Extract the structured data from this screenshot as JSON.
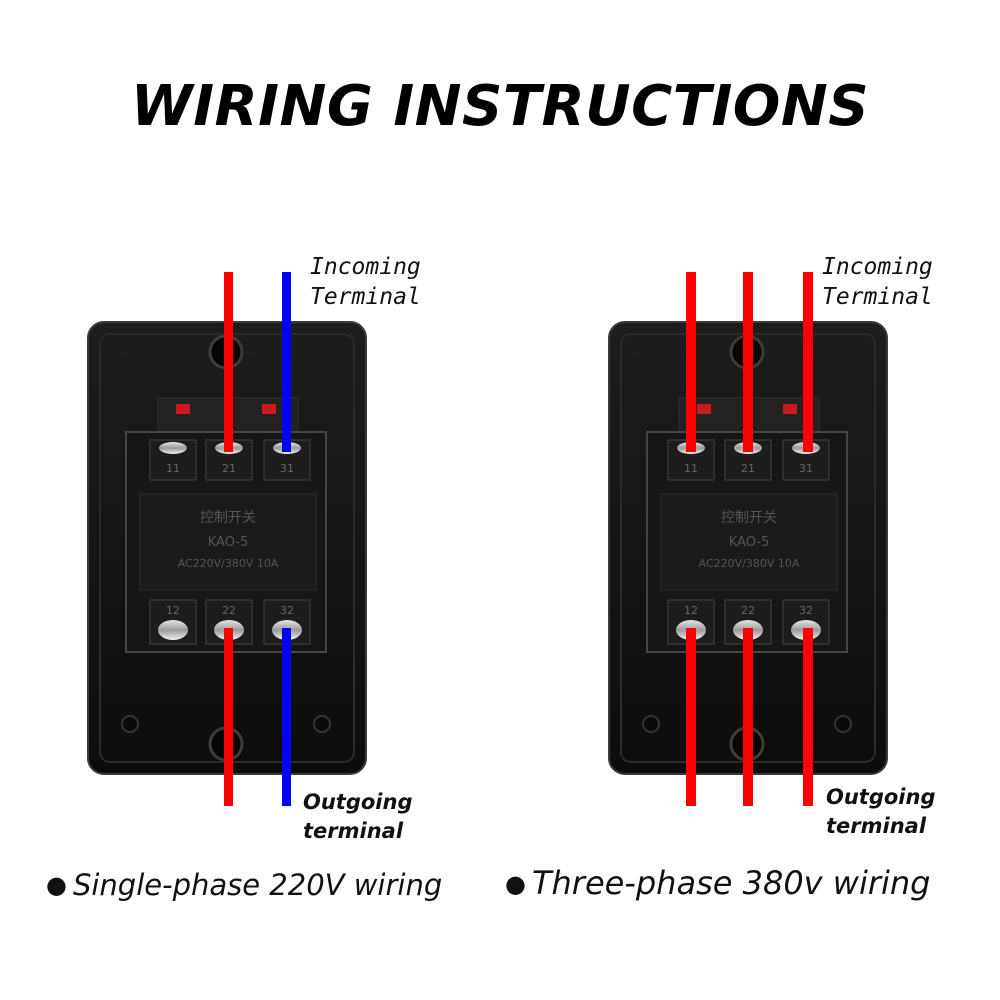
{
  "title": "WIRING INSTRUCTIONS",
  "left": {
    "incoming_line1": "Incoming",
    "incoming_line2": "Terminal",
    "outgoing_line1": "Outgoing",
    "outgoing_line2": "terminal",
    "caption": "Single-phase 220V wiring"
  },
  "right": {
    "incoming_line1": "Incoming",
    "incoming_line2": "Terminal",
    "outgoing_line1": "Outgoing",
    "outgoing_line2": "terminal",
    "caption": "Three-phase 380v wiring"
  },
  "switch": {
    "brand_text": "控制开关",
    "model": "KAO-5",
    "rating": "AC220V/380V 10A",
    "top_terminals": [
      "11",
      "21",
      "31"
    ],
    "bottom_terminals": [
      "12",
      "22",
      "32"
    ]
  },
  "bullet": "●",
  "colors": {
    "wire_red": "#ff0000",
    "wire_blue": "#0000ff",
    "housing": "#141414"
  }
}
